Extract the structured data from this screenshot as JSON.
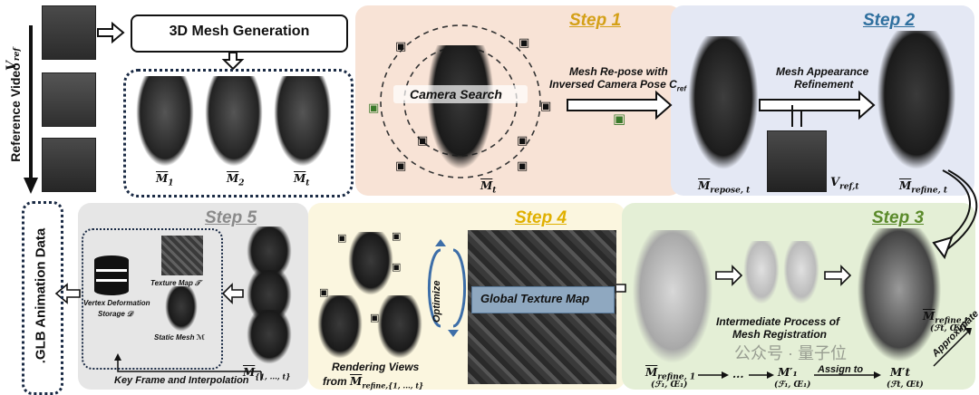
{
  "reference_video": {
    "axis_label": "Reference Video",
    "v_symbol": "V",
    "v_sub": "ref"
  },
  "mesh_generation": {
    "title": "3D Mesh Generation",
    "meshes": [
      {
        "sym": "M",
        "sub": "1"
      },
      {
        "sym": "M",
        "sub": "2"
      },
      {
        "sym": "M",
        "sub": "t"
      }
    ]
  },
  "step1": {
    "title": "Step 1",
    "camera_search": "Camera Search",
    "mesh_label_sub": "t",
    "repose_text_line1": "Mesh Re-pose with",
    "repose_text_line2": "Inversed Camera Pose C",
    "repose_text_sub": "ref",
    "repose_mesh_sub": "repose, t"
  },
  "step2": {
    "title": "Step 2",
    "text_line1": "Mesh Appearance",
    "text_line2": "Refinement",
    "vref_label": "V",
    "vref_sub": "ref,t",
    "refine_sub": "refine, t"
  },
  "step3": {
    "title": "Step 3",
    "intermediate_line1": "Intermediate Process of",
    "intermediate_line2": "Mesh Registration",
    "refine1_sub": "refine, 1",
    "refine1_set": "(ℱ₁, Œ₁)",
    "m1_prime": "M′₁",
    "m1_set": "(ℱ₁, Œ₁)",
    "ellipsis": "...",
    "assign_to": "Assign to",
    "mt_prime": "M′t",
    "mt_set": "(ℱt, Œt)",
    "refine_t_sub": "refine,t",
    "refine_t_set": "(ℱt, Œt)",
    "approximate": "Approximate",
    "watermark": "公众号 · 量子位"
  },
  "step4": {
    "title": "Step 4",
    "optimize": "Optimize",
    "global_texture_map": "Global Texture Map",
    "rendering_line1": "Rendering Views",
    "rendering_line2": "from",
    "rendering_sub": "refine,{1, ..., t}"
  },
  "step5": {
    "title": "Step 5",
    "texture_map": "Texture Map 𝒯",
    "vertex_storage_line1": "Vertex Deformation",
    "vertex_storage_line2": "Storage 𝒟",
    "static_mesh": "Static Mesh ℳ",
    "keyframe": "Key Frame and Interpolation",
    "mesh_sub": "{1, ..., t}"
  },
  "glb": {
    "label": ".GLB Animation Data"
  },
  "colors": {
    "step1_bg": "#f8e3d6",
    "step2_bg": "#e4e8f4",
    "step3_bg": "#e4efd6",
    "step4_bg": "#fbf6df",
    "step5_bg": "#e6e6e6",
    "step1_title": "#d4a017",
    "step2_title": "#2e6f9e",
    "step3_title": "#5a8a2a",
    "step4_title": "#e0b000",
    "step5_title": "#8a8a8a"
  }
}
